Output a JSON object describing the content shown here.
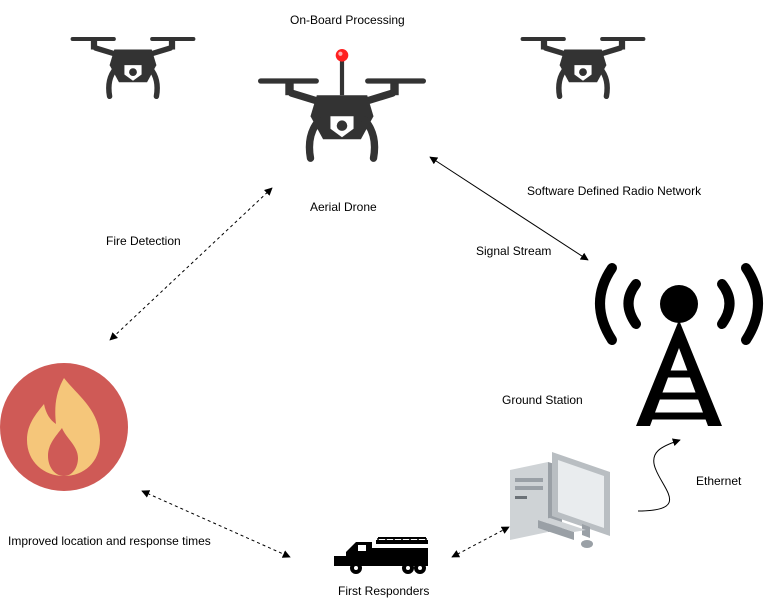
{
  "labels": {
    "onboard_processing": "On-Board Processing",
    "aerial_drone": "Aerial Drone",
    "software_defined_radio_network": "Software Defined Radio Network",
    "signal_stream": "Signal Stream",
    "fire_detection": "Fire Detection",
    "ground_station": "Ground Station",
    "ethernet": "Ethernet",
    "improved_location": "Improved location and response times",
    "first_responders": "First Responders"
  },
  "icons": {
    "drone": "drone-icon",
    "fire": "fire-icon",
    "tower": "radio-tower-icon",
    "computer": "desktop-computer-icon",
    "truck": "fire-truck-icon"
  },
  "colors": {
    "drone": "#333333",
    "fire_circle": "#cf5a56",
    "flame": "#f5c67a",
    "led": "#ff2020",
    "tower": "#000000",
    "computer": "#9aa0a6"
  }
}
